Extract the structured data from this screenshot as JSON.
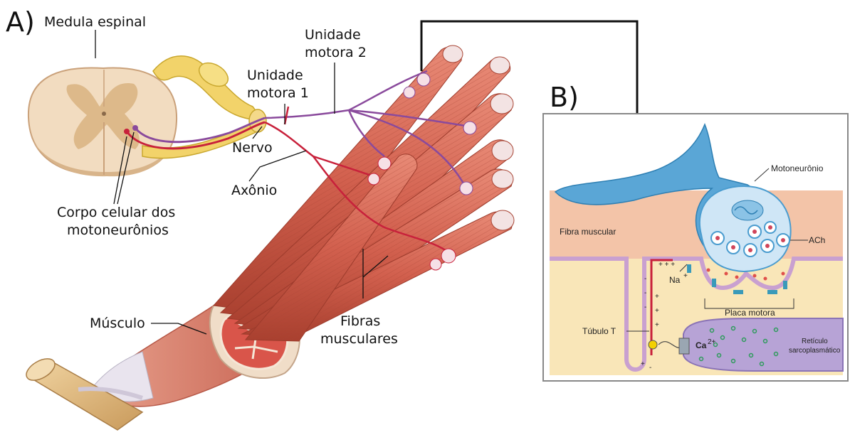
{
  "panel_a": {
    "letter": "A)",
    "labels": {
      "medula": "Medula espinal",
      "um2_line1": "Unidade",
      "um2_line2": "motora 2",
      "um1_line1": "Unidade",
      "um1_line2": "motora 1",
      "nervo": "Nervo",
      "axonio": "Axônio",
      "corpo_line1": "Corpo celular dos",
      "corpo_line2": "motoneurônios",
      "musculo": "Músculo",
      "fibras_line1": "Fibras",
      "fibras_line2": "musculares"
    }
  },
  "panel_b": {
    "letter": "B)",
    "labels": {
      "motoneuronio": "Motoneurônio",
      "fibra_muscular": "Fibra muscular",
      "ach": "ACh",
      "na": "Na",
      "na_sup": "+",
      "placa_motora": "Placa motora",
      "tubulo_t": "Túbulo T",
      "ca": "Ca",
      "ca_sup": "2+",
      "reticulo_line1": "Retículo",
      "reticulo_line2": "sarcoplasmático"
    }
  },
  "colors": {
    "muscle": "#d9705e",
    "muscle_dark": "#b94a3c",
    "spine": "#f2dcc0",
    "grey_matter": "#ddb98a",
    "nerve_yellow": "#f2d36a",
    "axon_red": "#c8213b",
    "axon_purple": "#8a4a9c",
    "neuron_blue": "#5aa6d6",
    "bone": "#e4c08a",
    "reticulo": "#b7a3d6"
  }
}
